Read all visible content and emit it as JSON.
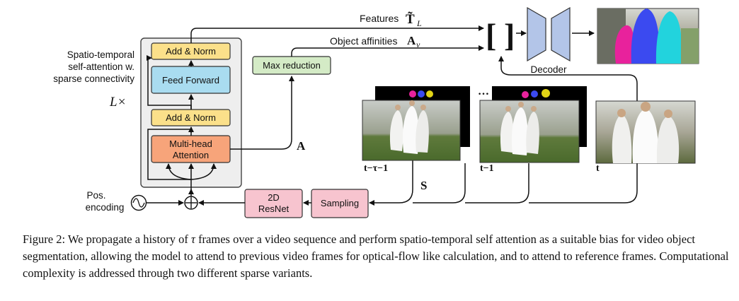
{
  "blocks": {
    "add_norm_top": "Add & Norm",
    "feed_forward": "Feed Forward",
    "add_norm_bottom": "Add & Norm",
    "attention_line1": "Multi-head",
    "attention_line2": "Attention",
    "max_reduction": "Max reduction",
    "resnet_line1": "2D",
    "resnet_line2": "ResNet",
    "sampling": "Sampling",
    "decoder": "Decoder"
  },
  "labels": {
    "self_attention_line1": "Spatio-temporal",
    "self_attention_line2": "self-attention w.",
    "self_attention_line3": "sparse connectivity",
    "repeat": "L×",
    "pos_line1": "Pos.",
    "pos_line2": "encoding",
    "features": "Features",
    "features_symbol": "T̃",
    "features_sub": "L",
    "affinities": "Object affinities",
    "affinities_symbol": "A",
    "affinities_sub": "v",
    "attention_matrix": "A",
    "sampling_symbol": "S",
    "concat_open": "[",
    "concat_close": "]",
    "frame_first": "t−τ−1",
    "frame_prev": "t−1",
    "frame_current": "t",
    "ellipsis": "…"
  },
  "caption": {
    "prefix": "Figure 2: We propagate a history of ",
    "tau": "τ",
    "rest": " frames over a video sequence and perform spatio-temporal self attention as a suitable bias for video object segmentation, allowing the model to attend to previous video frames for optical-flow like calculation, and to attend to reference frames. Computational complexity is addressed through two different sparse variants."
  },
  "colors": {
    "add_norm": "#fbe08a",
    "feed_forward": "#a9dcf0",
    "attention": "#f7a47a",
    "max_reduction": "#d4ebc6",
    "pink_block": "#f7c4cf",
    "decoder": "#b3c5e8",
    "panel": "#eeeeee"
  }
}
